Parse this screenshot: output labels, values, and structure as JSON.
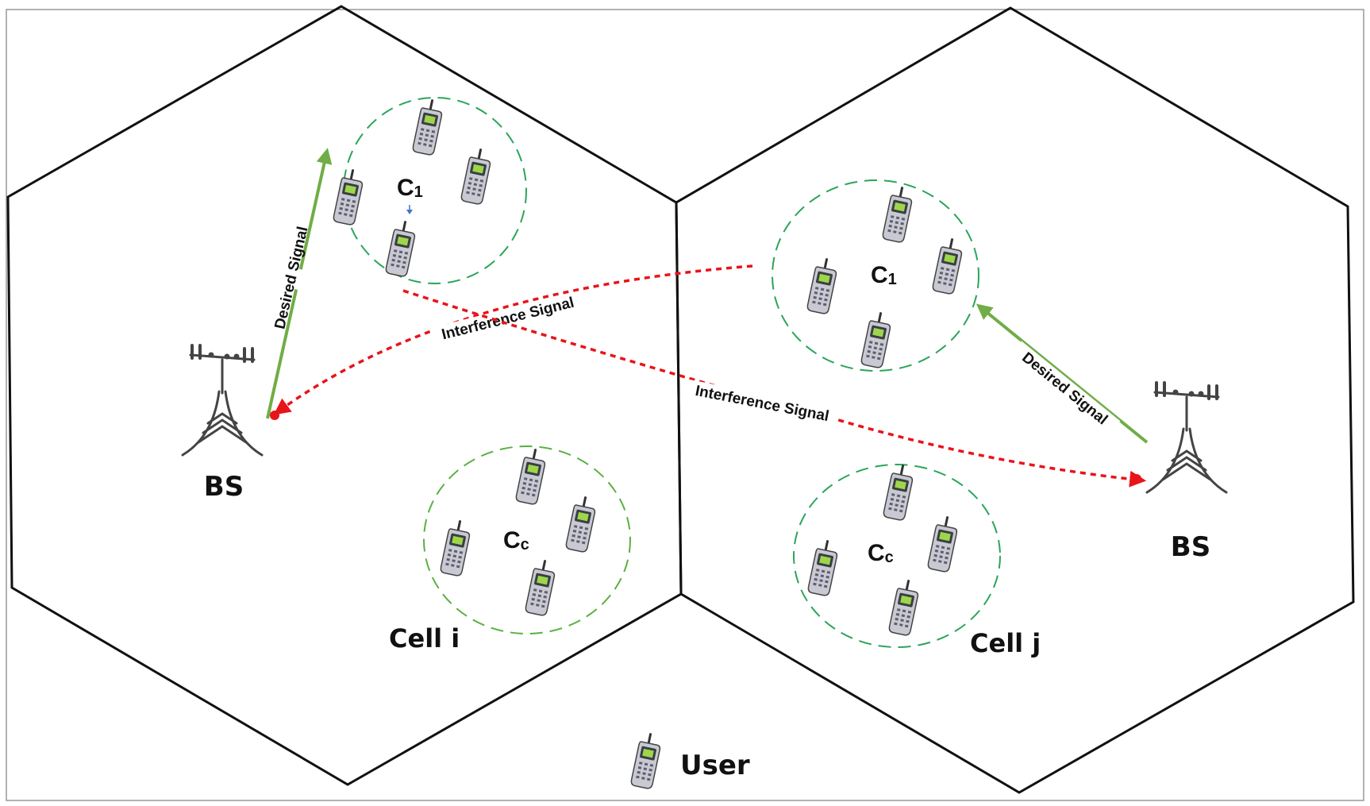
{
  "base_station_label": "BS",
  "cells": [
    {
      "name": "Cell i"
    },
    {
      "name": "Cell j"
    }
  ],
  "clusters": {
    "c1": {
      "main": "C",
      "sub": "1"
    },
    "cc": {
      "main": "C",
      "sub": "c"
    }
  },
  "signals": {
    "desired": "Desired Signal",
    "interference": "Interference Signal"
  },
  "legend": {
    "user_label": "User"
  },
  "colors": {
    "desired": "#70ad47",
    "interference": "#e8141a",
    "cluster_border": "#2aa55a",
    "cell_border": "#111111"
  }
}
